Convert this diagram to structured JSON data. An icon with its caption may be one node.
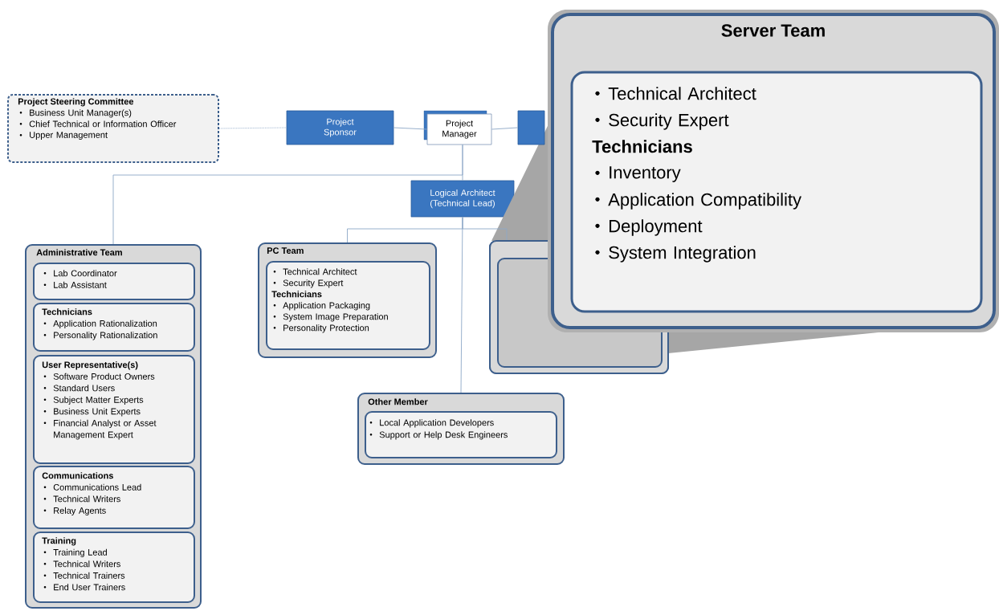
{
  "diagram": {
    "nodes": [
      {
        "text": [
          "Project Steering Committee",
          "Business Unit Manager(s)",
          "Chief Technical or Information Officer",
          "Upper Management"
        ]
      },
      {
        "text": [
          "Project Sponsor"
        ]
      },
      {
        "text": [
          "Project Manager"
        ]
      },
      {
        "text": [],
        "shape": "box"
      },
      {
        "text": [
          "Logical Architect (Technical Lead)"
        ]
      },
      {
        "text": [
          "Administrative Team"
        ]
      },
      {
        "text": [
          "Lab Coordinator",
          "Lab Assistant"
        ],
        "in": 5
      },
      {
        "text": [
          "Technicians",
          "Application Rationalization",
          "Personality Rationalization"
        ],
        "in": 5
      },
      {
        "text": [
          "User Representative(s)",
          "Software Product Owners",
          "Standard Users",
          "Subject Matter Experts",
          "Business Unit Experts",
          "Financial Analyst or Asset Management Expert"
        ],
        "in": 5
      },
      {
        "text": [
          "Communications",
          "Communications Lead",
          "Technical Writers",
          "Relay Agents"
        ],
        "in": 5
      },
      {
        "text": [
          "Training",
          "Training Lead",
          "Technical Writers",
          "Technical Trainers",
          "End User Trainers"
        ],
        "in": 5
      },
      {
        "text": [
          "PC Team"
        ]
      },
      {
        "text": [
          "Technical Architect",
          "Security Expert",
          "Technicians",
          "Application Packaging",
          "System Image Preparation",
          "Personality Protection"
        ],
        "in": 11
      },
      {
        "text": [],
        "shape": "box"
      },
      {
        "text": [
          "Other Member"
        ]
      },
      {
        "text": [
          "Local Application Developers",
          "Support or Help Desk Engineers"
        ],
        "in": 14
      },
      {
        "text": [
          "Server Team"
        ]
      },
      {
        "text": [
          "Technical Architect",
          "Security Expert",
          "Technicians",
          "Inventory",
          "Application Compatibility",
          "Deployment",
          "System Integration"
        ],
        "in": 16
      }
    ],
    "edges": [
      {
        "from": 0,
        "to": 1,
        "arrow": "none",
        "style": "dashed"
      },
      {
        "from": 1,
        "to": 2,
        "arrow": "none"
      },
      {
        "from": 2,
        "to": 3,
        "arrow": "none"
      },
      {
        "from": 2,
        "to": 4,
        "arrow": "none"
      },
      {
        "from": 2,
        "to": 5,
        "arrow": "none"
      },
      {
        "from": 4,
        "to": 11,
        "arrow": "none"
      },
      {
        "from": 4,
        "to": 13,
        "arrow": "none"
      },
      {
        "from": 4,
        "to": 14,
        "arrow": "none"
      }
    ]
  }
}
